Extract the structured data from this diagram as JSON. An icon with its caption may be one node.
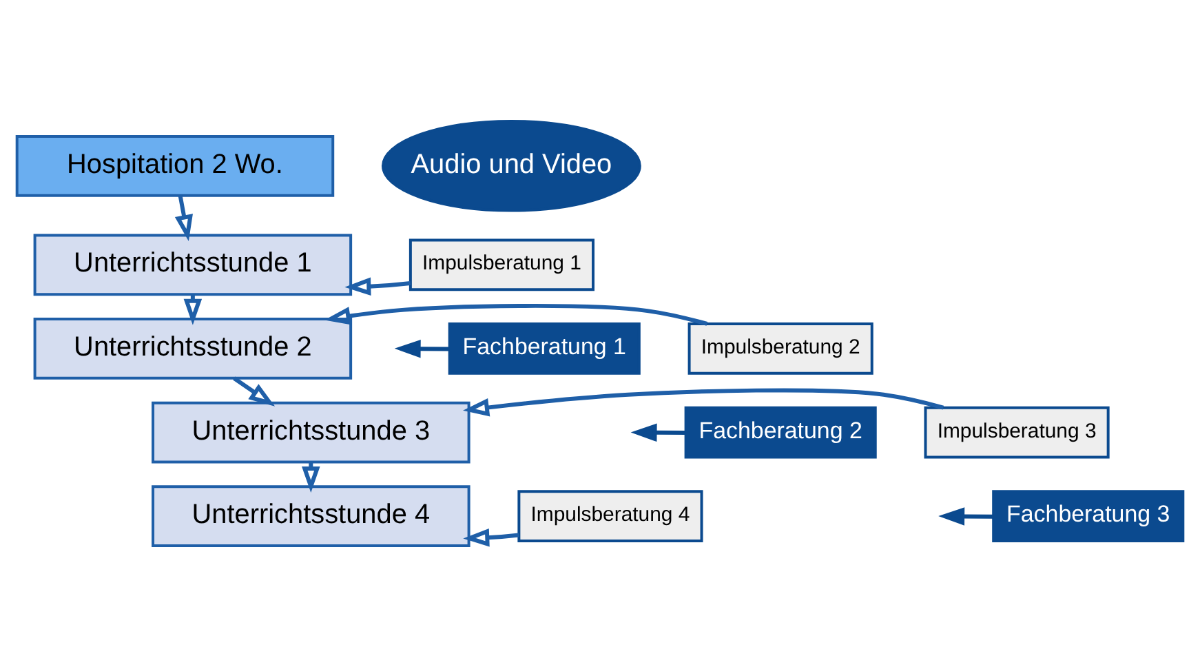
{
  "diagram": {
    "nodes": [
      {
        "text": [
          "Hospitation 2 Wo."
        ]
      },
      {
        "text": [
          "Audio und Video"
        ]
      },
      {
        "text": [
          "Unterrichtsstunde 1"
        ]
      },
      {
        "text": [
          "Impulsberatung 1"
        ]
      },
      {
        "text": [
          "Fachberatung 1"
        ]
      },
      {
        "text": [
          "Unterrichtsstunde 2"
        ]
      },
      {
        "text": [
          "Impulsberatung 2"
        ]
      },
      {
        "text": [
          "Fachberatung 2"
        ]
      },
      {
        "text": [
          "Unterrichtsstunde 3"
        ]
      },
      {
        "text": [
          "Impulsberatung 3"
        ]
      },
      {
        "text": [
          "Fachberatung 3"
        ]
      },
      {
        "text": [
          "Unterrichtsstunde 4"
        ]
      },
      {
        "text": [
          "Impulsberatung 4"
        ]
      }
    ],
    "edges": [
      {
        "from": 0,
        "to": 2,
        "arrow": "to"
      },
      {
        "from": 2,
        "to": 5,
        "arrow": "to"
      },
      {
        "from": 5,
        "to": 8,
        "arrow": "to"
      },
      {
        "from": 8,
        "to": 11,
        "arrow": "to"
      },
      {
        "from": 3,
        "to": 2,
        "arrow": "to"
      },
      {
        "from": 4,
        "to": null,
        "arrow": "to",
        "color": "#0b4a8f"
      },
      {
        "from": 6,
        "to": 5,
        "arrow": "to"
      },
      {
        "from": 7,
        "to": null,
        "arrow": "to",
        "color": "#0b4a8f"
      },
      {
        "from": 9,
        "to": 8,
        "arrow": "to"
      },
      {
        "from": 10,
        "to": null,
        "arrow": "to",
        "color": "#0b4a8f"
      },
      {
        "from": 12,
        "to": 11,
        "arrow": "to"
      }
    ]
  }
}
